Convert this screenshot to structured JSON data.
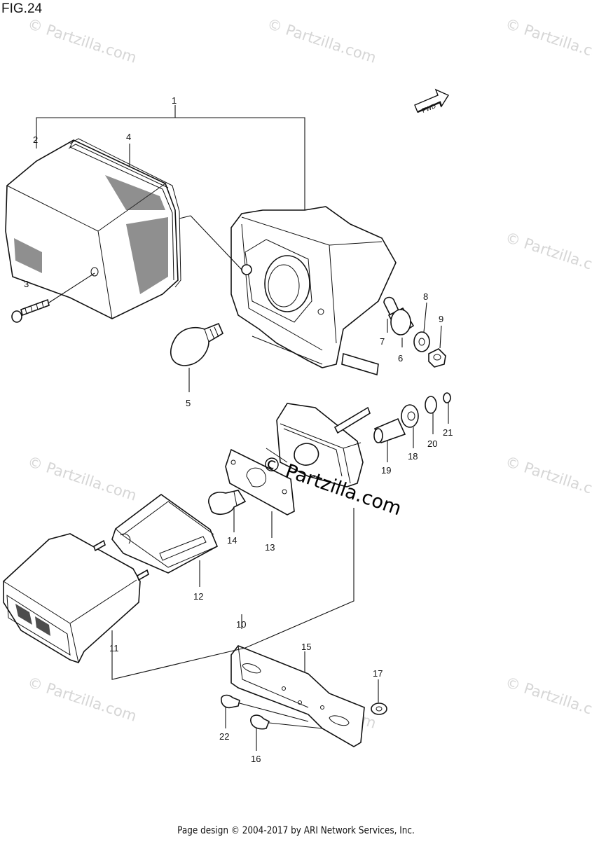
{
  "figure_title": "FIG.24",
  "footer": "Page design © 2004-2017 by ARI Network Services, Inc.",
  "watermark": "© Partzilla.com",
  "watermark_main": "© Partzilla.com",
  "fwd_label": "FWD",
  "callouts": [
    "1",
    "2",
    "3",
    "4",
    "5",
    "6",
    "7",
    "8",
    "9",
    "10",
    "11",
    "12",
    "13",
    "14",
    "15",
    "16",
    "17",
    "18",
    "19",
    "20",
    "21",
    "22"
  ]
}
